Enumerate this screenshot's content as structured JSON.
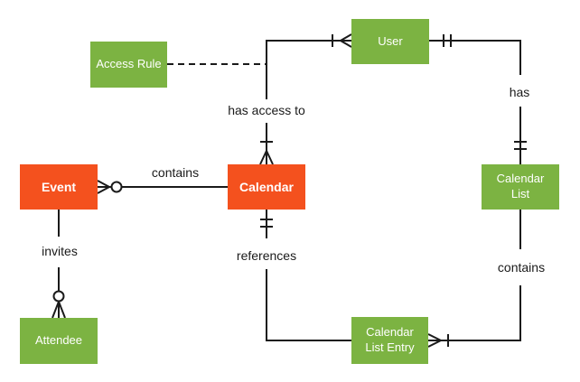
{
  "colors": {
    "entity_green": "#7CB342",
    "entity_orange": "#F4511E",
    "line": "#1A1A1A",
    "label_text": "#1A1A1A",
    "entity_text": "#FFFFFF",
    "background": "#FFFFFF"
  },
  "entities": [
    {
      "name": "access-rule",
      "label": "Access Rule",
      "color": "green"
    },
    {
      "name": "user",
      "label": "User",
      "color": "green"
    },
    {
      "name": "event",
      "label": "Event",
      "color": "orange"
    },
    {
      "name": "calendar",
      "label": "Calendar",
      "color": "orange"
    },
    {
      "name": "calendar-list",
      "label": "Calendar List",
      "color": "green"
    },
    {
      "name": "attendee",
      "label": "Attendee",
      "color": "green"
    },
    {
      "name": "calendar-list-entry",
      "label": "Calendar List Entry",
      "color": "green"
    }
  ],
  "relationships": [
    {
      "label": "contains",
      "from": "calendar",
      "to": "event",
      "line_style": "solid",
      "to_end_icons": [
        "crowfoot-many",
        "ring-zero"
      ]
    },
    {
      "label": "has access to",
      "from": "calendar",
      "to": "user",
      "line_style": "solid",
      "from_end_icons": [
        "tick-one",
        "crowfoot-many"
      ],
      "to_end_icons": [
        "tick-one",
        "crowfoot-many"
      ]
    },
    {
      "label": "has",
      "from": "user",
      "to": "calendar-list",
      "line_style": "solid",
      "from_end_icons": [
        "double-tick-one"
      ],
      "to_end_icons": [
        "double-tick-one"
      ]
    },
    {
      "label": "contains",
      "from": "calendar-list",
      "to": "calendar-list-entry",
      "line_style": "solid",
      "to_end_icons": [
        "crowfoot-many",
        "tick-one"
      ]
    },
    {
      "label": "references",
      "from": "calendar",
      "to": "calendar-list-entry",
      "line_style": "solid",
      "from_end_icons": [
        "double-tick-one"
      ]
    },
    {
      "label": "invites",
      "from": "event",
      "to": "attendee",
      "line_style": "solid",
      "to_end_icons": [
        "ring-zero",
        "crowfoot-many"
      ]
    },
    {
      "label": "",
      "from": "access-rule",
      "to": "calendar",
      "line_style": "dashed"
    }
  ]
}
